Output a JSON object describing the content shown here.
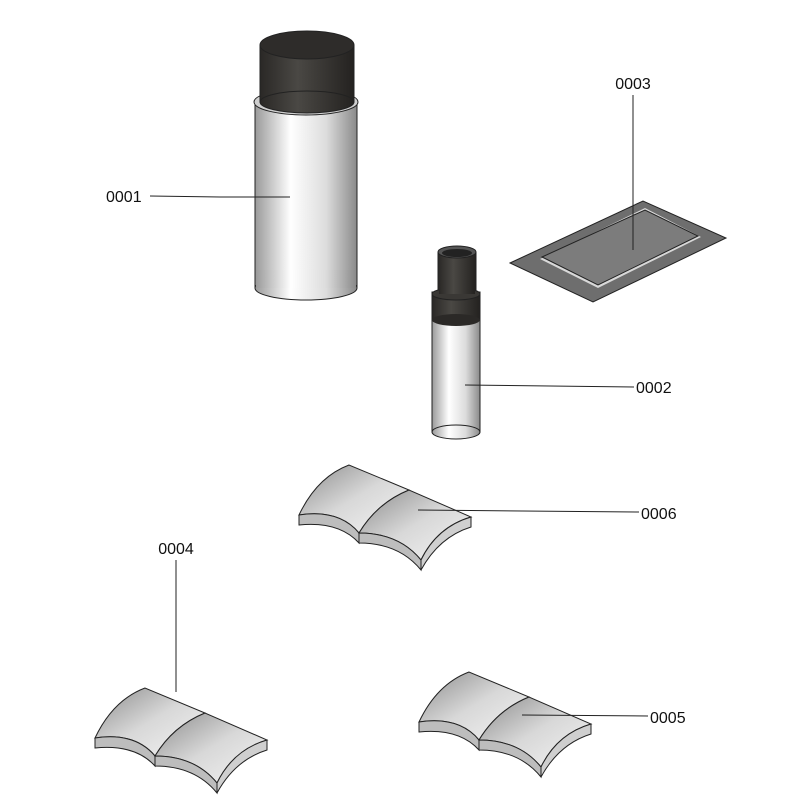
{
  "parts": [
    {
      "id": "0001",
      "name": "spray-can"
    },
    {
      "id": "0002",
      "name": "touch-up-pen"
    },
    {
      "id": "0003",
      "name": "sanding-pad"
    },
    {
      "id": "0004",
      "name": "cloth-pad"
    },
    {
      "id": "0005",
      "name": "cloth-pad"
    },
    {
      "id": "0006",
      "name": "cloth-pad"
    }
  ],
  "colors": {
    "cap": "#3a3835",
    "body": "#e8e8e8",
    "pad": "#7a7a7a"
  }
}
